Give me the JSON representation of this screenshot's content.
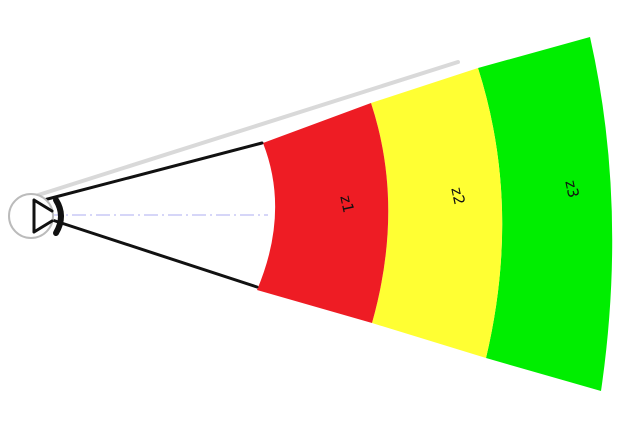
{
  "diagram": {
    "zones": [
      {
        "id": "z1",
        "label": "z1",
        "color": "#ee1c24"
      },
      {
        "id": "z2",
        "label": "z2",
        "color": "#ffff33"
      },
      {
        "id": "z3",
        "label": "z3",
        "color": "#00ee00"
      }
    ],
    "colors": {
      "outline": "#111111",
      "eye_outline": "#bbbbbb",
      "center_axis": "#c8c8f5",
      "upper_bound_line": "#d9d9d9",
      "background": "#ffffff"
    }
  }
}
